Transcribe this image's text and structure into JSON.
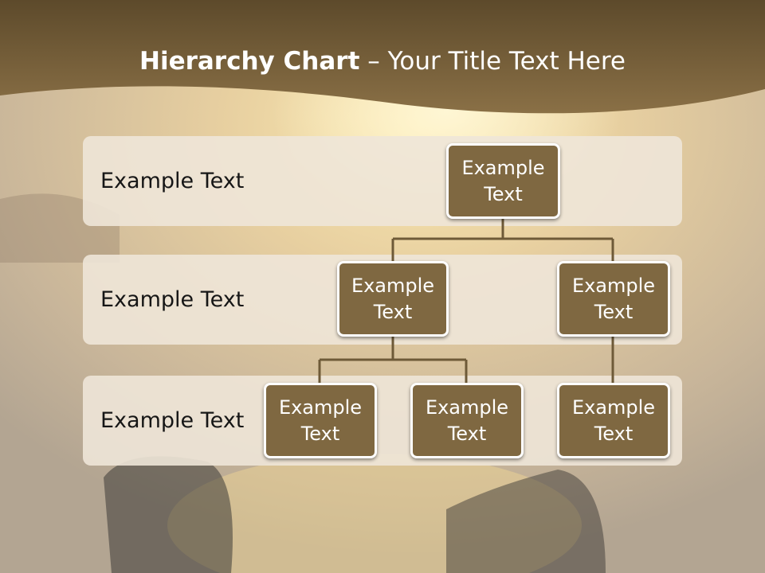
{
  "slide": {
    "title_bold": "Hierarchy Chart",
    "title_rest": " – Your Title Text Here"
  },
  "colors": {
    "header_band": "#7b6440",
    "node_fill": "#7f6841",
    "node_border": "#ffffff",
    "connector": "#6e5a38",
    "level_band": "#eee6d8"
  },
  "levels": [
    {
      "label": "Example Text"
    },
    {
      "label": "Example Text"
    },
    {
      "label": "Example Text"
    }
  ],
  "nodes": {
    "root": "Example Text",
    "level2_left": "Example Text",
    "level2_right": "Example Text",
    "level3_a": "Example Text",
    "level3_b": "Example Text",
    "level3_c": "Example Text"
  }
}
